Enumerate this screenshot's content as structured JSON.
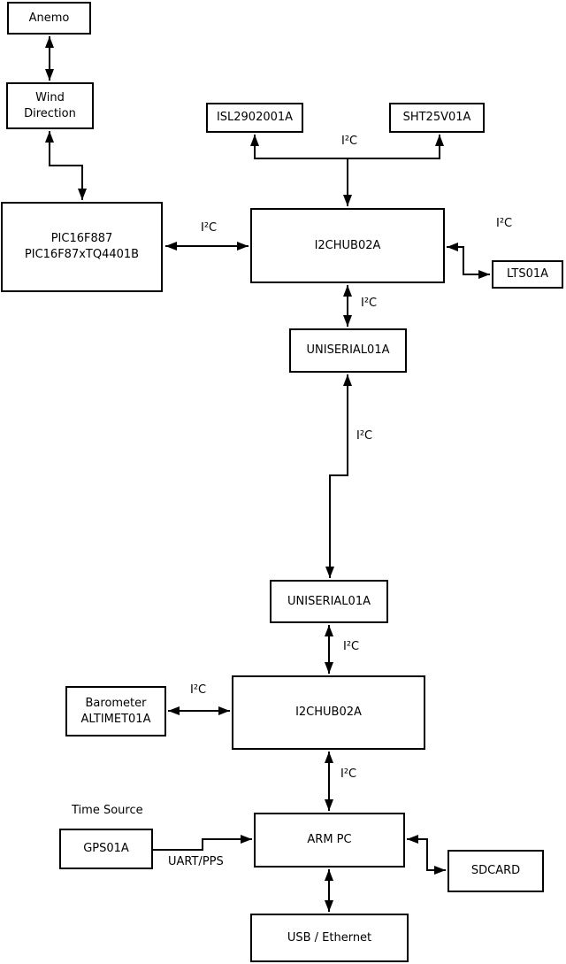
{
  "diagram": {
    "nodes": {
      "anemo": {
        "label": "Anemo"
      },
      "wind": {
        "label": "Wind\nDirection"
      },
      "pic": {
        "label": "PIC16F887\nPIC16F87xTQ4401B"
      },
      "isl": {
        "label": "ISL2902001A"
      },
      "sht": {
        "label": "SHT25V01A"
      },
      "hub1": {
        "label": "I2CHUB02A"
      },
      "lts": {
        "label": "LTS01A"
      },
      "uniserial1": {
        "label": "UNISERIAL01A"
      },
      "uniserial2": {
        "label": "UNISERIAL01A"
      },
      "barometer": {
        "label": "Barometer\nALTIMET01A"
      },
      "hub2": {
        "label": "I2CHUB02A"
      },
      "gps": {
        "label": "GPS01A"
      },
      "arm_pc": {
        "label": "ARM PC"
      },
      "sdcard": {
        "label": "SDCARD"
      },
      "usb_ethernet": {
        "label": "USB / Ethernet"
      }
    },
    "edge_labels": {
      "i2c": "I²C",
      "uart_pps": "UART/PPS",
      "time_source": "Time Source"
    },
    "colors": {
      "line": "#000000",
      "background": "#ffffff",
      "box_fill": "#ffffff"
    }
  }
}
